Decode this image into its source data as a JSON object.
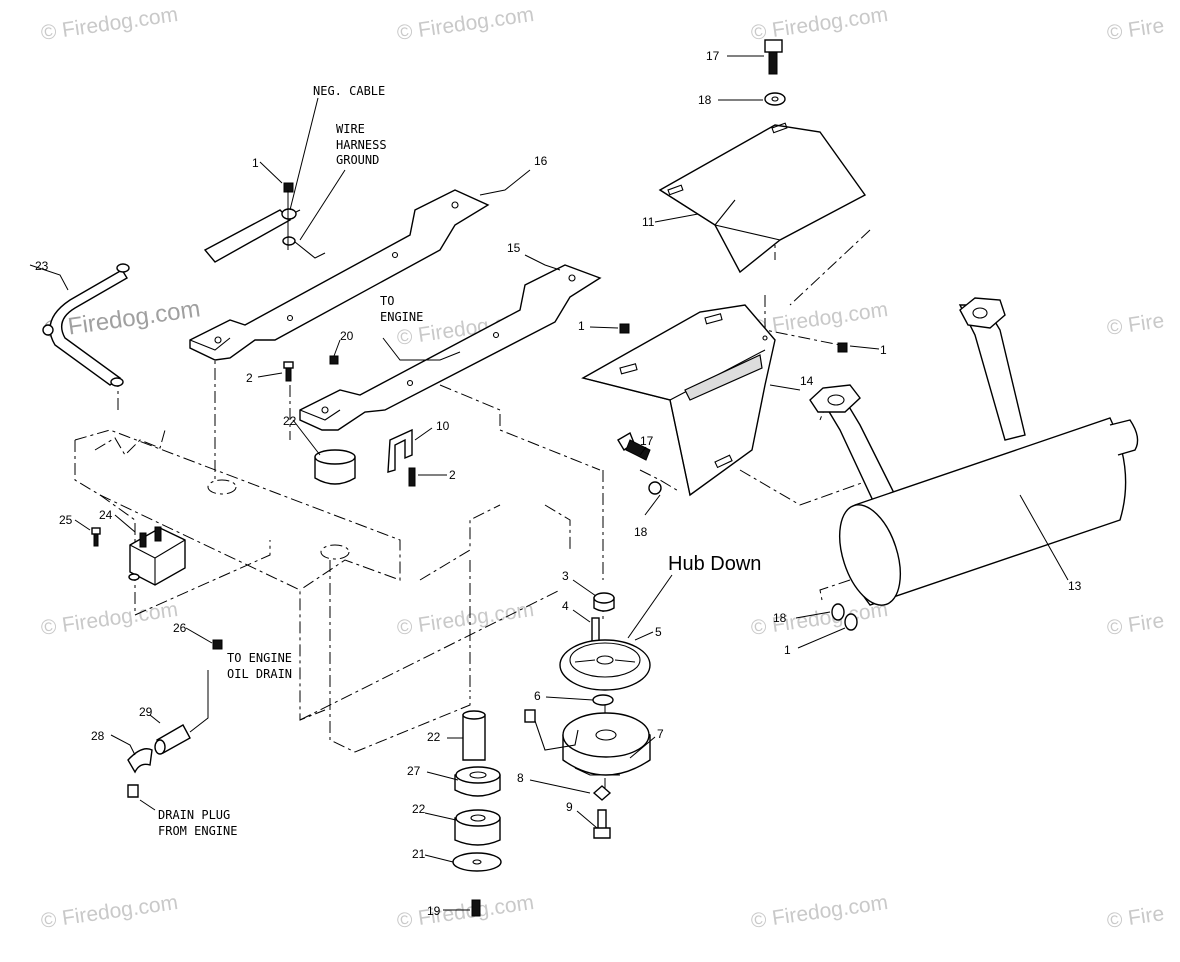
{
  "watermarks": {
    "text": "© Firedog.com",
    "text_edge": "© Fire",
    "text_main": "Firedog.com"
  },
  "callouts": {
    "neg_cable": "NEG. CABLE",
    "wire_harness_1": "WIRE",
    "wire_harness_2": "HARNESS",
    "wire_harness_3": "GROUND",
    "to_engine_1": "TO",
    "to_engine_2": "ENGINE",
    "to_engine_oil_1": "TO ENGINE",
    "to_engine_oil_2": "OIL DRAIN",
    "drain_plug_1": "DRAIN PLUG",
    "drain_plug_2": "FROM ENGINE",
    "hub_down": "Hub Down"
  },
  "part_numbers": {
    "p1_a": "1",
    "p1_b": "1",
    "p1_c": "1",
    "p1_d": "1",
    "p2_a": "2",
    "p2_b": "2",
    "p3": "3",
    "p4": "4",
    "p5": "5",
    "p6": "6",
    "p7": "7",
    "p8": "8",
    "p9": "9",
    "p10": "10",
    "p11": "11",
    "p13": "13",
    "p14": "14",
    "p15": "15",
    "p16": "16",
    "p17_a": "17",
    "p17_b": "17",
    "p18_a": "18",
    "p18_b": "18",
    "p18_c": "18",
    "p19": "19",
    "p20": "20",
    "p21": "21",
    "p22_a": "22",
    "p22_b": "22",
    "p22_c": "22",
    "p23": "23",
    "p24": "24",
    "p25": "25",
    "p26": "26",
    "p27": "27",
    "p28": "28",
    "p29": "29"
  }
}
